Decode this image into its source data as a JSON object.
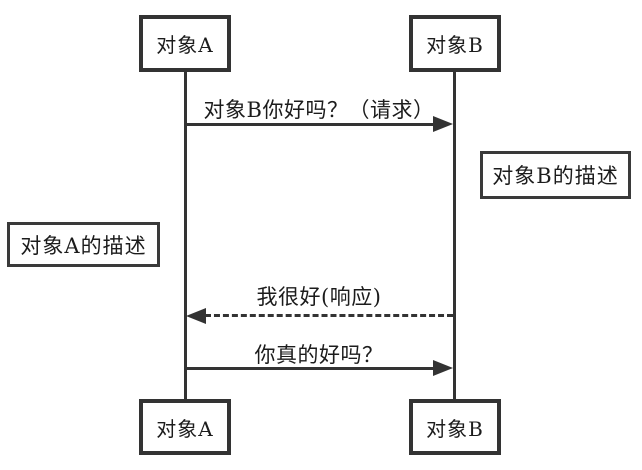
{
  "diagram": {
    "type": "sequence-diagram",
    "objects": {
      "a_top": "对象A",
      "b_top": "对象B",
      "a_bottom": "对象A",
      "b_bottom": "对象B"
    },
    "descriptions": {
      "a": "对象A的描述",
      "b": "对象B的描述"
    },
    "messages": [
      {
        "from": "对象A",
        "to": "对象B",
        "style": "solid",
        "label": "对象B你好吗？（请求）"
      },
      {
        "from": "对象B",
        "to": "对象A",
        "style": "dashed",
        "label": "我很好(响应)"
      },
      {
        "from": "对象A",
        "to": "对象B",
        "style": "solid",
        "label": "你真的好吗？"
      }
    ],
    "colors": {
      "line": "#333333",
      "background": "#ffffff",
      "text": "#1c1c1c"
    }
  }
}
